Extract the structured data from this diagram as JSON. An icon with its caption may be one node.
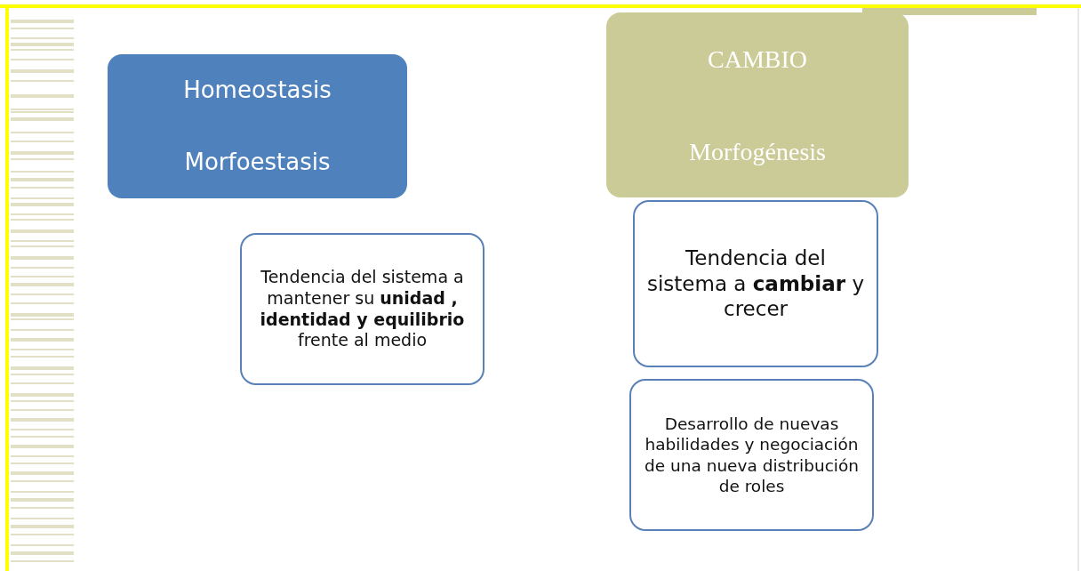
{
  "diagram": {
    "nodes": [
      {
        "text": [
          "Homeostasis",
          "Morfoestasis"
        ]
      },
      {
        "text": [
          "CAMBIO",
          "Morfogénesis"
        ]
      },
      {
        "text": [
          "Tendencia del sistema a mantener su **unidad , identidad y equilibrio** frente al medio"
        ]
      },
      {
        "text": [
          "Tendencia del sistema a **cambiar** y crecer"
        ]
      },
      {
        "text": [
          "Desarrollo de nuevas habilidades y negociación de una nueva distribución de roles"
        ]
      }
    ]
  }
}
